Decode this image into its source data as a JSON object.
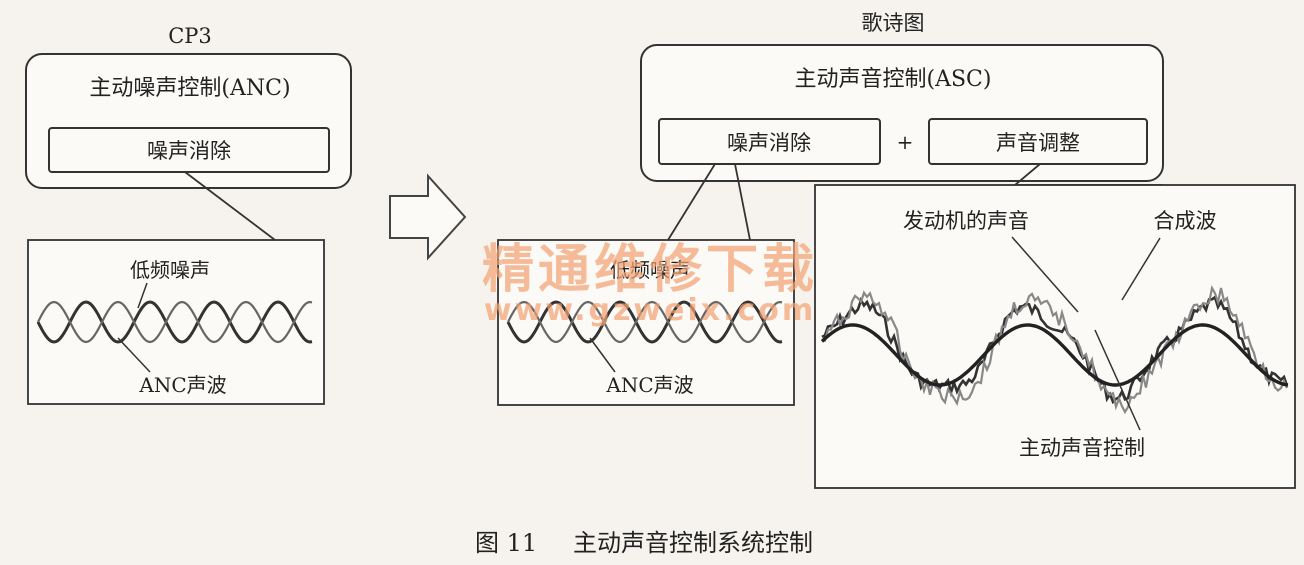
{
  "left_panel": {
    "heading": "CP3",
    "system_title": "主动噪声控制(ANC)",
    "function_box": "噪声消除",
    "wave_labels": {
      "noise": "低频噪声",
      "anti_noise": "ANC声波"
    }
  },
  "right_panel": {
    "heading": "歌诗图",
    "system_title": "主动声音控制(ASC)",
    "function_box_1": "噪声消除",
    "plus_sign": "+",
    "function_box_2": "声音调整",
    "wave_labels": {
      "noise": "低频噪声",
      "anti_noise": "ANC声波"
    },
    "sound_labels": {
      "engine_sound": "发动机的声音",
      "composite_wave": "合成波",
      "asc_wave": "主动声音控制"
    }
  },
  "watermark": {
    "text": "精通维修下载",
    "url": "www.gzweix.com",
    "color": "#f2a273"
  },
  "caption": {
    "figure_no": "图 11",
    "title": "主动声音控制系统控制"
  }
}
